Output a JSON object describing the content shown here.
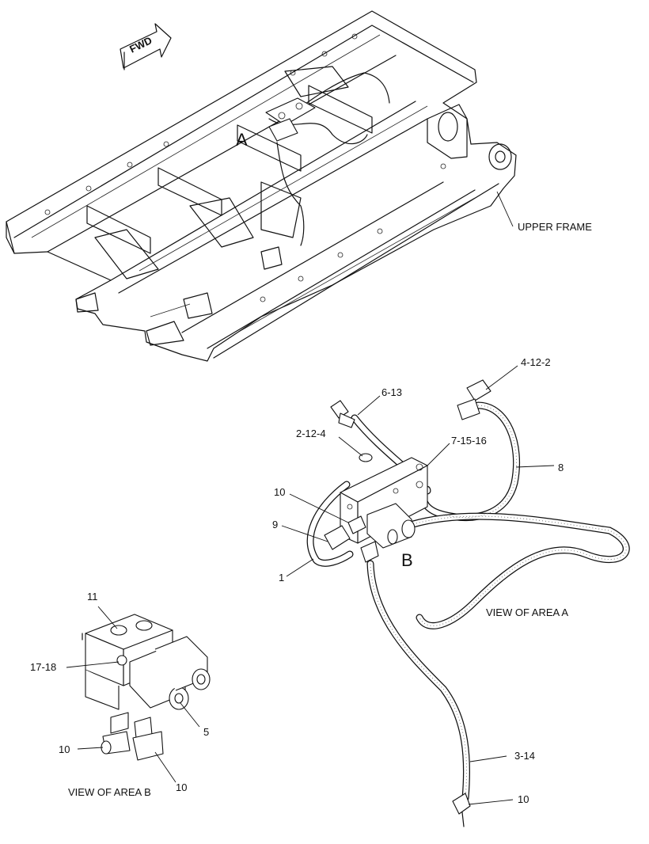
{
  "figure": {
    "fwd_arrow_label": "FWD",
    "area_a_marker": "A",
    "area_b_marker": "B",
    "upper_frame_label": "UPPER FRAME",
    "view_area_a_caption": "VIEW OF AREA A",
    "view_area_b_caption": "VIEW OF AREA B"
  },
  "callouts_area_a": {
    "c_4_12_2": "4-12-2",
    "c_6_13": "6-13",
    "c_2_12_4": "2-12-4",
    "c_7_15_16": "7-15-16",
    "c_8": "8",
    "c_10": "10",
    "c_9": "9",
    "c_1": "1",
    "c_3_14": "3-14",
    "c_10_bottom": "10"
  },
  "callouts_area_b": {
    "c_11": "11",
    "c_17_18": "17-18",
    "c_5": "5",
    "c_10_left": "10",
    "c_10_right": "10"
  }
}
